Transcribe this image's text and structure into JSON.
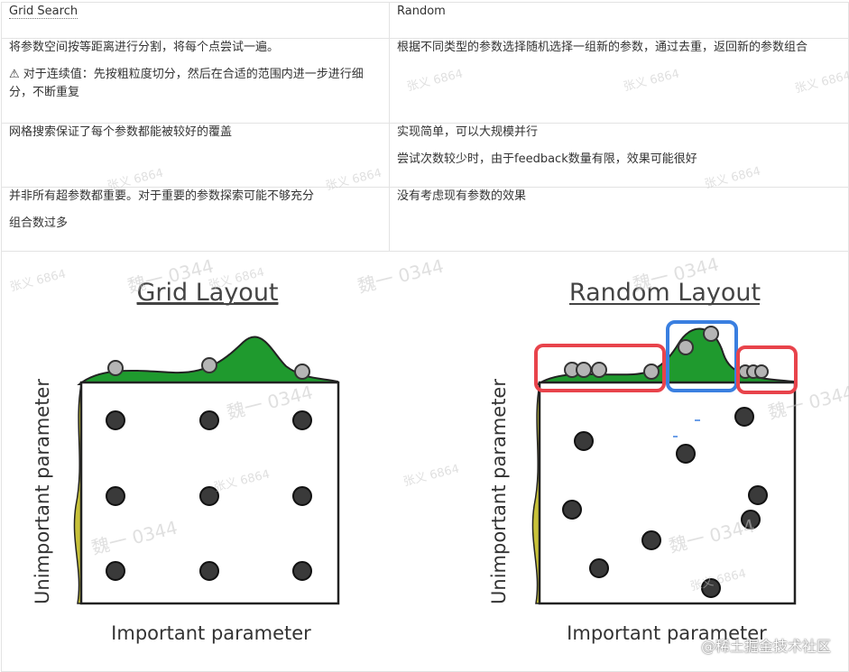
{
  "table": {
    "headers": [
      "Grid Search",
      "Random"
    ],
    "rows": [
      {
        "left": [
          "将参数空间按等距离进行分割，将每个点尝试一遍。",
          "⚠ 对于连续值：先按粗粒度切分，然后在合适的范围内进一步进行细分，不断重复"
        ],
        "right": [
          "根据不同类型的参数选择随机选择一组新的参数，通过去重，返回新的参数组合"
        ],
        "color": "#333333"
      },
      {
        "left": [
          "网格搜索保证了每个参数都能被较好的覆盖"
        ],
        "right": [
          "实现简单，可以大规模并行",
          "尝试次数较少时，由于feedback数量有限，效果可能很好"
        ],
        "color": "#1aa33a"
      },
      {
        "left": [
          "并非所有超参数都重要。对于重要的参数探索可能不够充分",
          "组合数过多"
        ],
        "right": [
          "没有考虑现有参数的效果"
        ],
        "color": "#e0404a"
      }
    ]
  },
  "figure": {
    "grid": {
      "title": "Grid Layout",
      "xlabel": "Important parameter",
      "ylabel": "Unimportant parameter"
    },
    "random": {
      "title": "Random Layout",
      "xlabel": "Important parameter",
      "ylabel": "Unimportant parameter"
    },
    "colors": {
      "curve_fill": "#1f9a2e",
      "side_curve": "#c8c23a",
      "point": "#3a3a3a",
      "top_point": "#b5b5b5",
      "highlight_red": "#e8434b",
      "highlight_blue": "#3a7fe0"
    }
  },
  "watermarks": {
    "names": [
      "魏一 0344",
      "张义 6864"
    ]
  },
  "brand": "@稀土掘金技术社区"
}
